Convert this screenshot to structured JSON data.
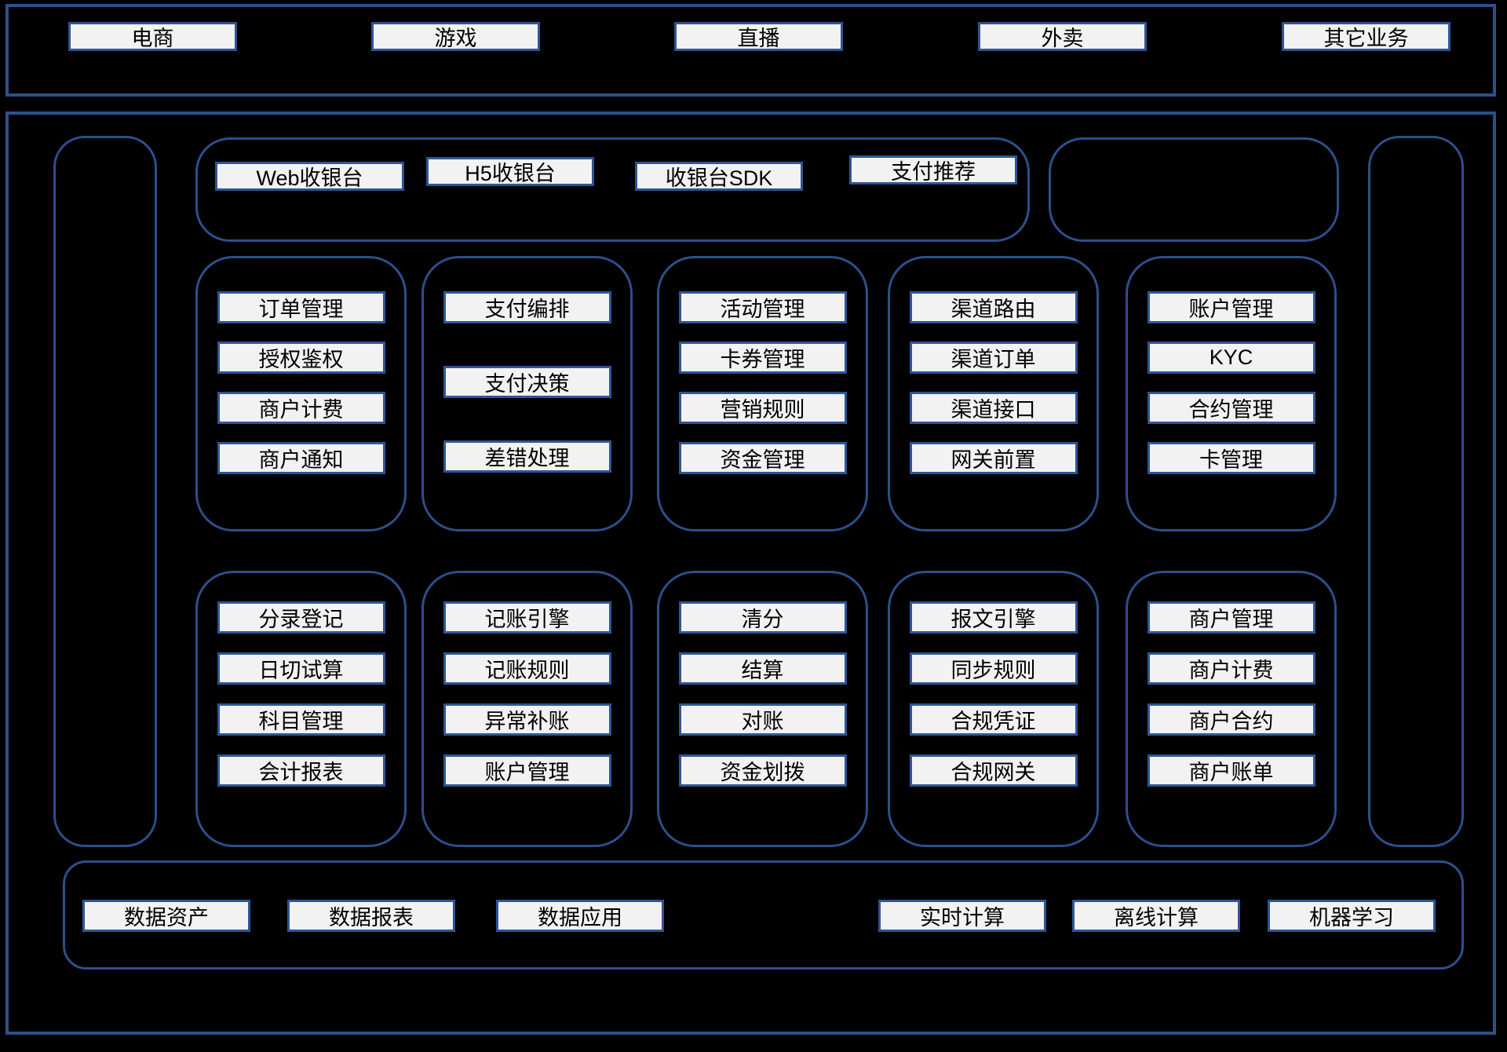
{
  "colors": {
    "background": "#000000",
    "outer_border": "#2d5186",
    "container_border": "#2d4f8c",
    "box_border": "#2f5597",
    "box_background": "#f2f2f2",
    "box_text": "#000000"
  },
  "business_layer": {
    "items": [
      "电商",
      "游戏",
      "直播",
      "外卖",
      "其它业务"
    ]
  },
  "access_layer": {
    "items": [
      "Web收银台",
      "H5收银台",
      "收银台SDK",
      "支付推荐"
    ]
  },
  "core_groups": [
    {
      "items": [
        "订单管理",
        "授权鉴权",
        "商户计费",
        "商户通知"
      ]
    },
    {
      "items": [
        "支付编排",
        "支付决策",
        "差错处理"
      ]
    },
    {
      "items": [
        "活动管理",
        "卡券管理",
        "营销规则",
        "资金管理"
      ]
    },
    {
      "items": [
        "渠道路由",
        "渠道订单",
        "渠道接口",
        "网关前置"
      ]
    },
    {
      "items": [
        "账户管理",
        "KYC",
        "合约管理",
        "卡管理"
      ]
    }
  ],
  "support_groups": [
    {
      "items": [
        "分录登记",
        "日切试算",
        "科目管理",
        "会计报表"
      ]
    },
    {
      "items": [
        "记账引擎",
        "记账规则",
        "异常补账",
        "账户管理"
      ]
    },
    {
      "items": [
        "清分",
        "结算",
        "对账",
        "资金划拨"
      ]
    },
    {
      "items": [
        "报文引擎",
        "同步规则",
        "合规凭证",
        "合规网关"
      ]
    },
    {
      "items": [
        "商户管理",
        "商户计费",
        "商户合约",
        "商户账单"
      ]
    }
  ],
  "data_layer": {
    "items_left": [
      "数据资产",
      "数据报表",
      "数据应用"
    ],
    "items_right": [
      "实时计算",
      "离线计算",
      "机器学习"
    ]
  }
}
